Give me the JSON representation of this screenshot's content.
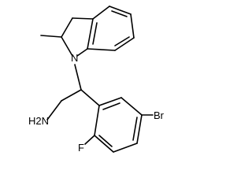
{
  "molecule": {
    "atoms": {
      "nitrogen_indoline": "N",
      "amine": "H2N",
      "fluorine": "F",
      "bromine": "Br"
    }
  }
}
